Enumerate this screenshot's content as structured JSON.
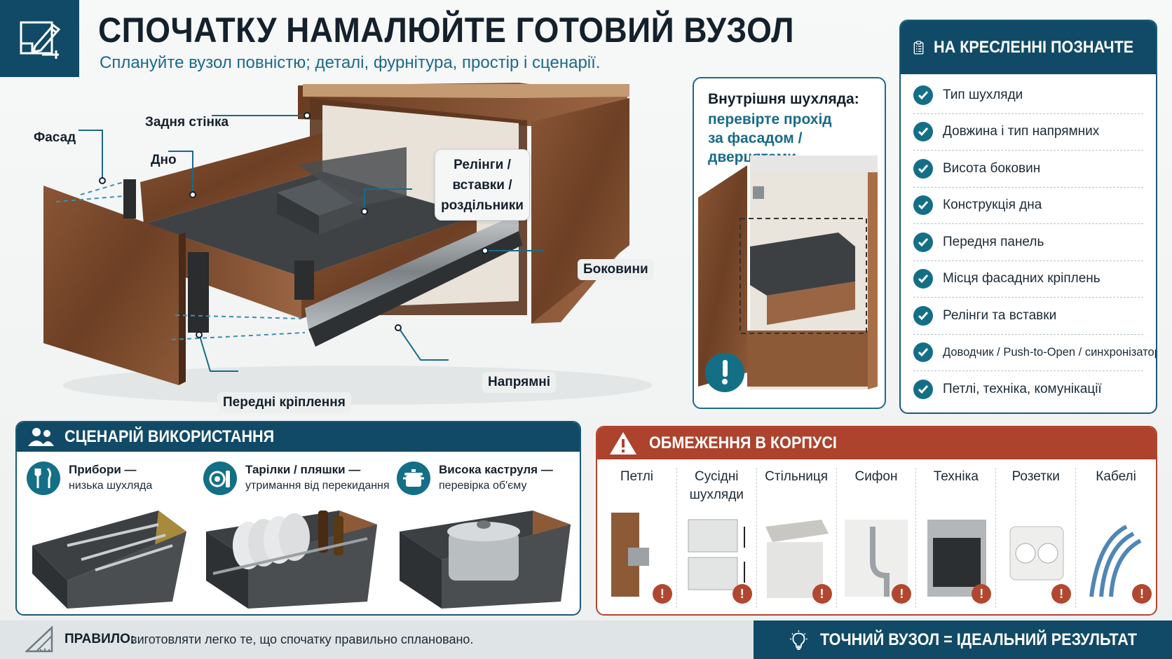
{
  "header": {
    "title": "СПОЧАТКУ НАМАЛЮЙТЕ ГОТОВИЙ ВУЗОЛ",
    "subtitle": "Сплануйте вузол повністю; деталі, фурнітура, простір і сценарії.",
    "logo_icon": "drafting-pencil-icon"
  },
  "drawing": {
    "labels": {
      "back_wall": "Задня стінка",
      "facade": "Фасад",
      "bottom": "Дно",
      "sides": "Боковини",
      "rails": "Напрямні",
      "front_mounts": "Передні кріплення"
    },
    "callout": [
      "Релінги /",
      "вставки /",
      "роздільники"
    ]
  },
  "inner_drawer": {
    "title": "Внутрішня шухляда:",
    "subtitle_line1": "перевірте прохід",
    "subtitle_line2": "за фасадом / дверцятами",
    "warn_icon": "exclamation-icon"
  },
  "checklist": {
    "title": "НА КРЕСЛЕННІ ПОЗНАЧТЕ",
    "icon": "clipboard-icon",
    "items": [
      "Тип шухляди",
      "Довжина і тип напрямних",
      "Висота боковин",
      "Конструкція дна",
      "Передня панель",
      "Місця фасадних кріплень",
      "Релінги та вставки",
      "Доводчик / Push-to-Open / синхронізатор",
      "Петлі, техніка, комунікації"
    ]
  },
  "scenarios": {
    "title": "СЦЕНАРІЙ ВИКОРИСТАННЯ",
    "icon": "users-icon",
    "cards": [
      {
        "title": "Прибори —",
        "desc": "низька шухляда",
        "icon": "cutlery-icon"
      },
      {
        "title": "Тарілки / пляшки —",
        "desc": "утримання від перекидання",
        "icon": "plate-icon"
      },
      {
        "title": "Висока каструля —",
        "desc": "перевірка об'єму",
        "icon": "pot-icon"
      }
    ]
  },
  "limits": {
    "title": "ОБМЕЖЕННЯ В КОРПУСІ",
    "icon": "warning-triangle-icon",
    "items": [
      "Петлі",
      "Сусідні шухляди",
      "Стільниця",
      "Сифон",
      "Техніка",
      "Розетки",
      "Кабелі"
    ]
  },
  "footer": {
    "rule_key": "ПРАВИЛО:",
    "rule_text": "виготовляти легко те, що спочатку правильно сплановано.",
    "slogan": "ТОЧНИЙ ВУЗОЛ = ІДЕАЛЬНИЙ РЕЗУЛЬТАТ",
    "ruler_icon": "ruler-triangle-icon",
    "bulb_icon": "lightbulb-icon"
  },
  "colors": {
    "navy": "#114a66",
    "teal": "#136f86",
    "red": "#ad432d",
    "walnut": "#7a4a2c",
    "graphite": "#3a3d40"
  }
}
